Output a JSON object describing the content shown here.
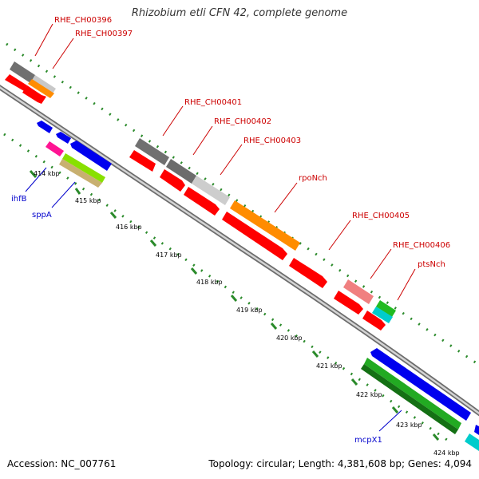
{
  "title": "Rhizobium etli CFN 42, complete genome",
  "footer": {
    "accession": "Accession: NC_007761",
    "summary": "Topology: circular; Length: 4,381,608 bp; Genes: 4,094"
  },
  "colors": {
    "forward_label": "#cc0000",
    "reverse_label": "#0000cc",
    "tick": "#2a8a2a",
    "backbone": "#999999",
    "red_feature": "#ff0000",
    "blue_feature": "#0000ee"
  },
  "kbp_ticks": [
    "414 kbp",
    "415 kbp",
    "416 kbp",
    "417 kbp",
    "418 kbp",
    "419 kbp",
    "420 kbp",
    "421 kbp",
    "422 kbp",
    "423 kbp",
    "424 kbp"
  ],
  "gene_labels": [
    {
      "id": "lbl-rhe00396",
      "text": "RHE_CH00396",
      "strand": "forward"
    },
    {
      "id": "lbl-rhe00397",
      "text": "RHE_CH00397",
      "strand": "forward"
    },
    {
      "id": "lbl-rhe00401",
      "text": "RHE_CH00401",
      "strand": "forward"
    },
    {
      "id": "lbl-rhe00402",
      "text": "RHE_CH00402",
      "strand": "forward"
    },
    {
      "id": "lbl-rhe00403",
      "text": "RHE_CH00403",
      "strand": "forward"
    },
    {
      "id": "lbl-rponch",
      "text": "rpoNch",
      "strand": "forward"
    },
    {
      "id": "lbl-rhe00405",
      "text": "RHE_CH00405",
      "strand": "forward"
    },
    {
      "id": "lbl-rhe00406",
      "text": "RHE_CH00406",
      "strand": "forward"
    },
    {
      "id": "lbl-ptsnch",
      "text": "ptsNch",
      "strand": "forward"
    },
    {
      "id": "lbl-ihfb",
      "text": "ihfB",
      "strand": "reverse"
    },
    {
      "id": "lbl-sppa",
      "text": "sppA",
      "strand": "reverse"
    },
    {
      "id": "lbl-mcpx1",
      "text": "mcpX1",
      "strand": "reverse"
    }
  ]
}
